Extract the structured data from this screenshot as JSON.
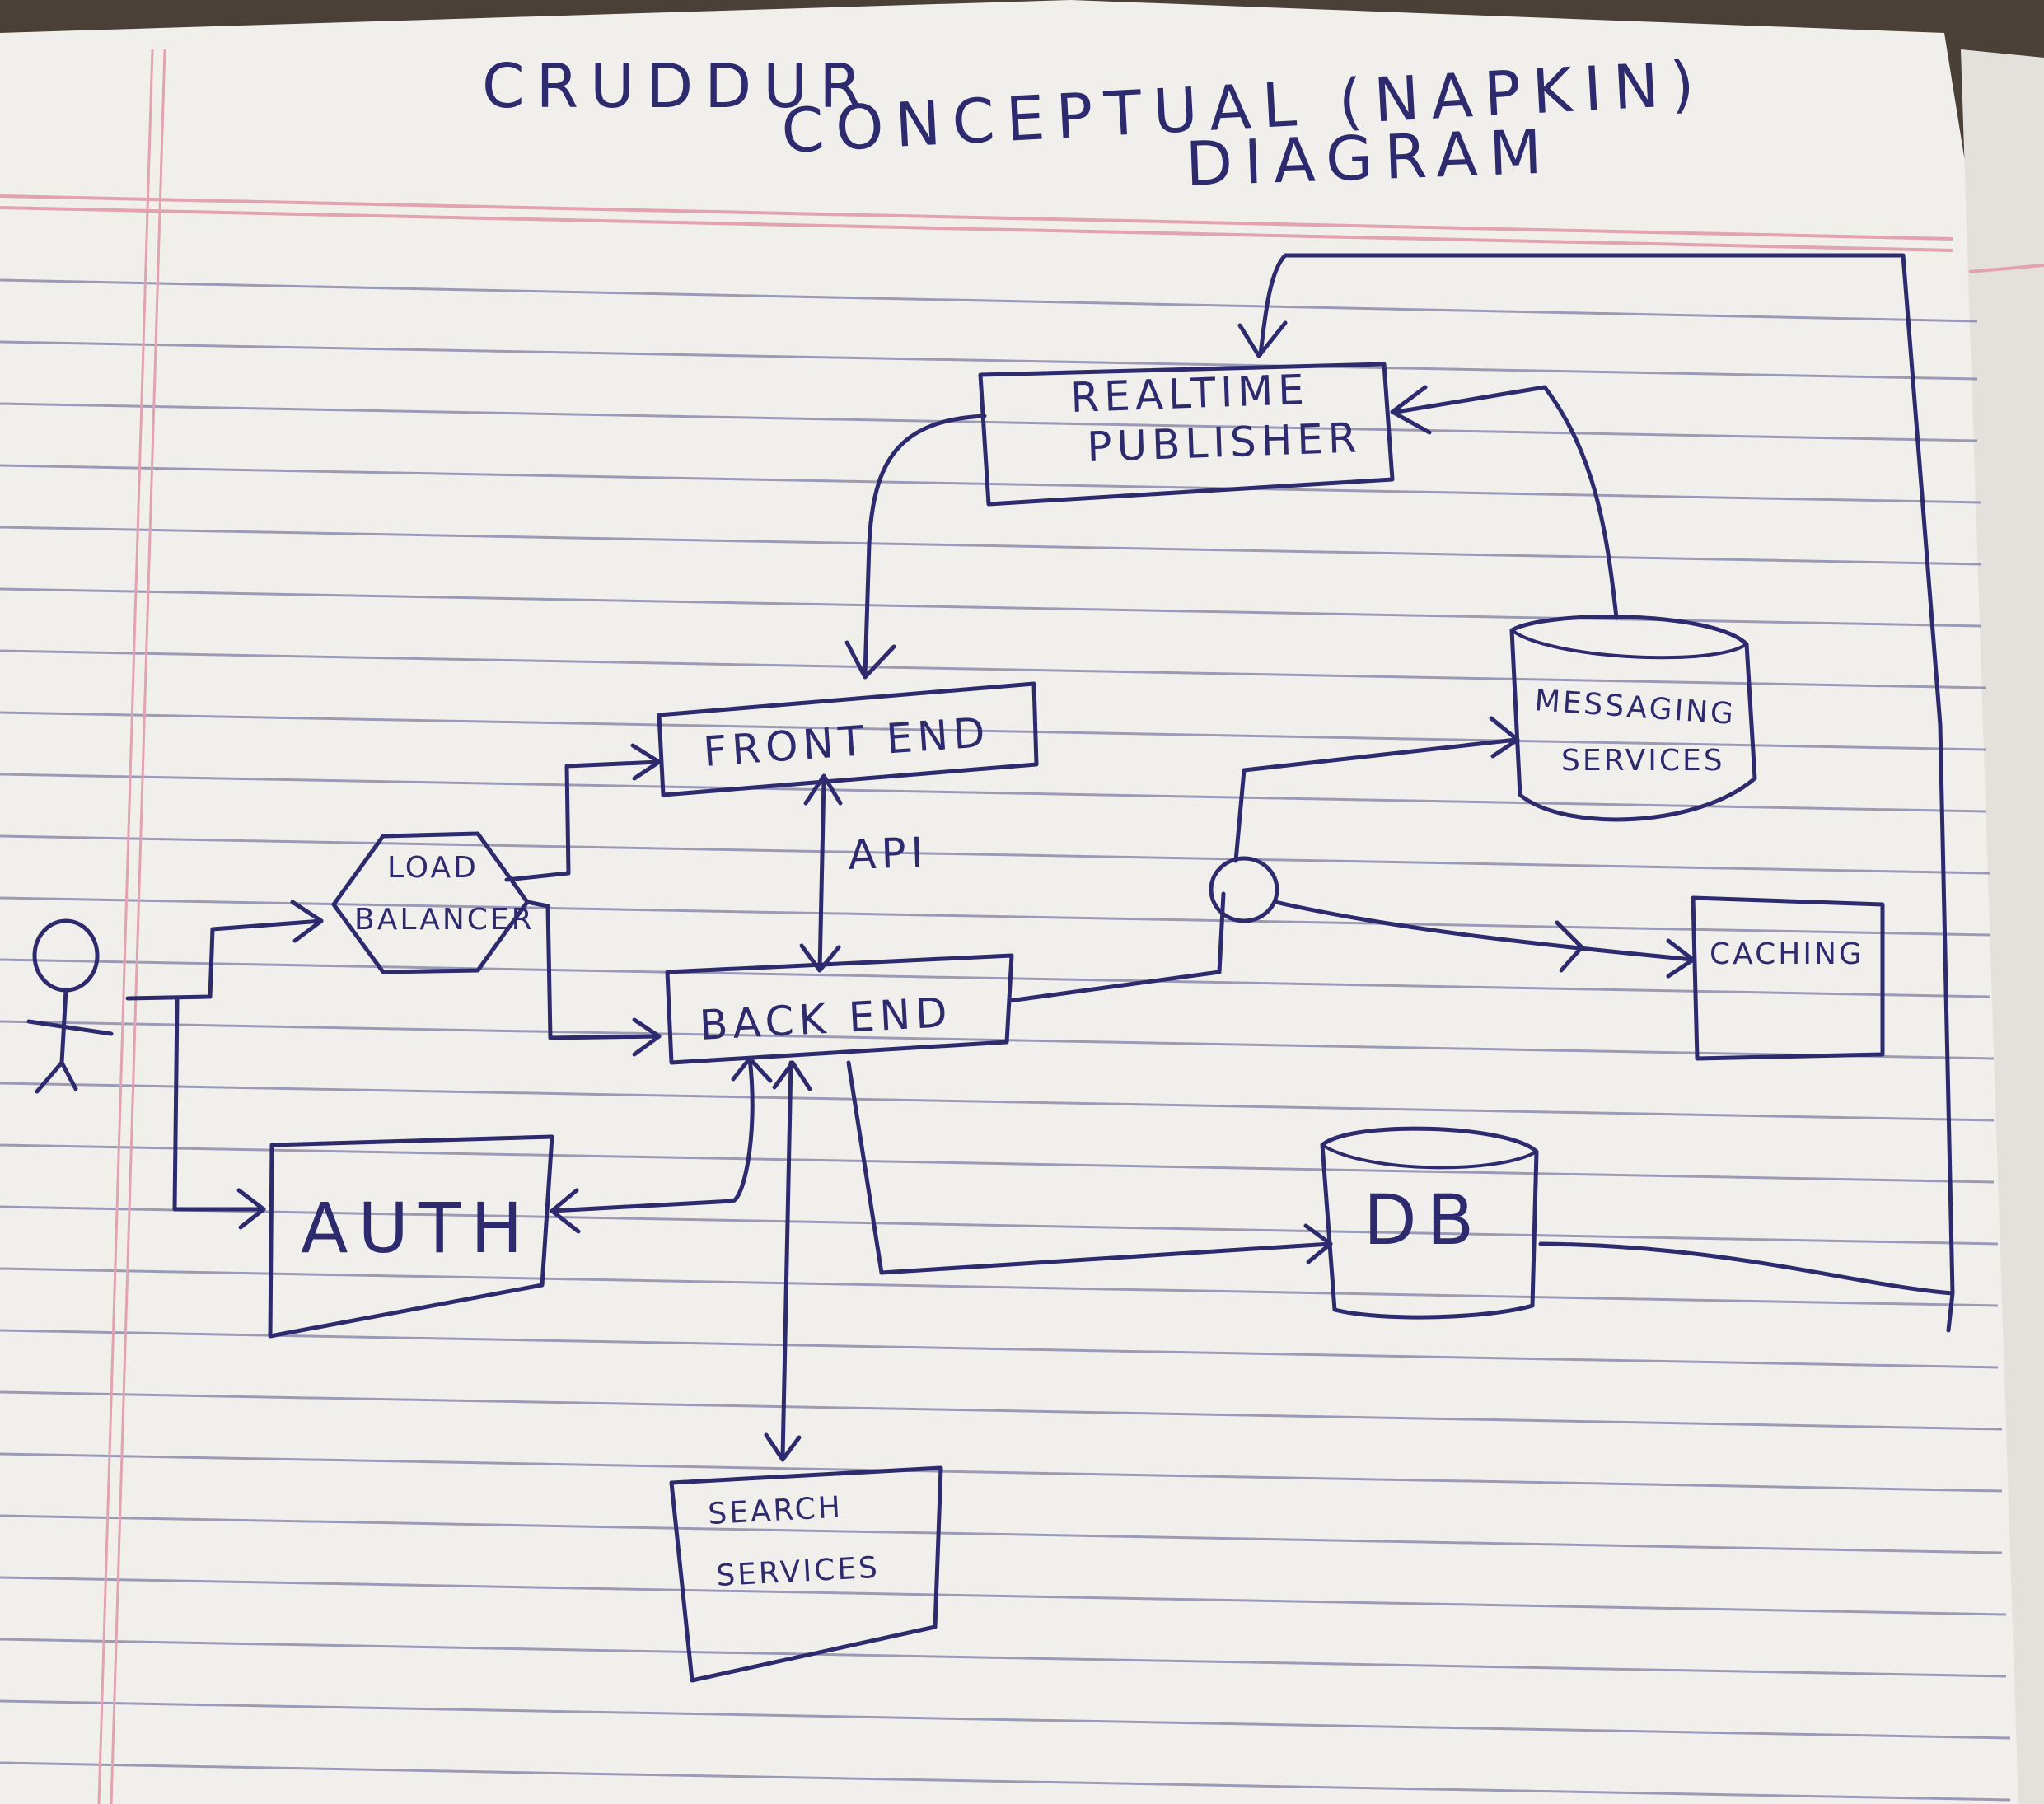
{
  "title": {
    "line1": "CRUDDUR",
    "line2": "CONCEPTUAL (NAPKIN)",
    "line3": "DIAGRAM"
  },
  "nodes": {
    "realtime_publisher": {
      "line1": "REALTIME",
      "line2": "PUBLISHER"
    },
    "front_end": "FRONT END",
    "api": "API",
    "load_balancer": {
      "line1": "LOAD",
      "line2": "BALANCER"
    },
    "back_end": "BACK END",
    "messaging_services": {
      "line1": "MESSAGING",
      "line2": "SERVICES"
    },
    "caching": "CACHING",
    "db": "DB",
    "auth": "AUTH",
    "search_services": {
      "line1": "SEARCH",
      "line2": "SERVICES"
    }
  },
  "colors": {
    "ink": "#2d2a6e",
    "paper": "#f1efeb",
    "rule_line": "#7d7ea6",
    "margin_line": "#e2a2b0"
  },
  "icons": [
    "user-stick-figure-icon",
    "arrowhead-icon",
    "junction-circle-icon"
  ]
}
